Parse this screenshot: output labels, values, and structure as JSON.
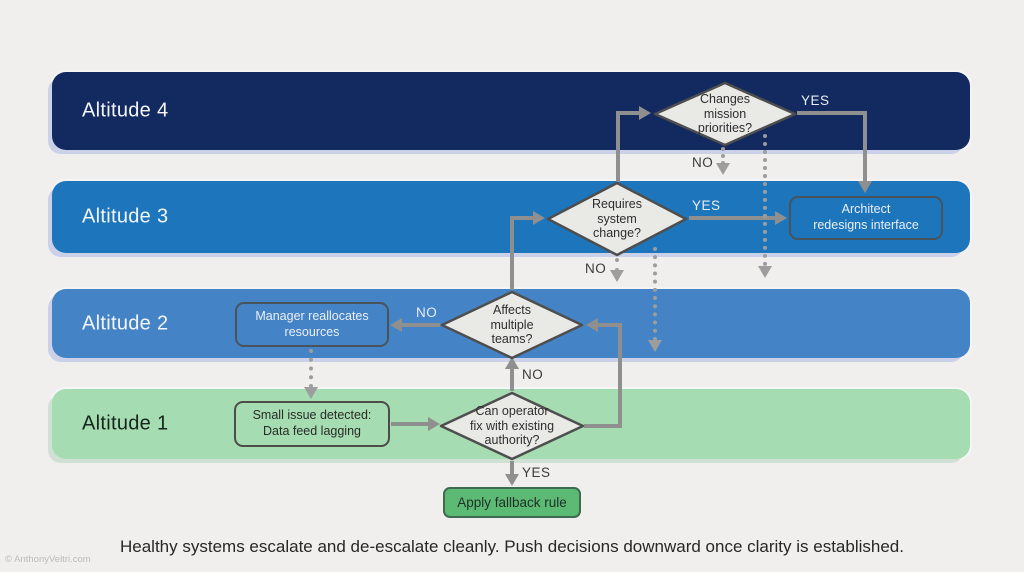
{
  "colors": {
    "background": "#f0efee",
    "band_altitude_4": "#132a60",
    "band_altitude_3": "#1d76bc",
    "band_altitude_2": "#4484c6",
    "band_altitude_1": "#a5dcb1",
    "diamond_fill": "#e9e9e6",
    "diamond_border": "#4e4e4e",
    "connector_gray": "#8f8f8f",
    "apply_button_green": "#5cba75"
  },
  "bands": {
    "b4": {
      "label": "Altitude 4"
    },
    "b3": {
      "label": "Altitude 3"
    },
    "b2": {
      "label": "Altitude 2"
    },
    "b1": {
      "label": "Altitude 1"
    }
  },
  "nodes": {
    "changes": {
      "label": "Changes\nmission\npriorities?"
    },
    "requires": {
      "label": "Requires\nsystem\nchange?"
    },
    "affects": {
      "label": "Affects\nmultiple\nteams?"
    },
    "can": {
      "label": "Can operator\nfix with existing\nauthority?"
    },
    "architect": {
      "label": "Architect\nredesigns interface"
    },
    "manager": {
      "label": "Manager reallocates\nresources"
    },
    "small_issue": {
      "label": "Small issue detected:\nData feed lagging"
    },
    "apply": {
      "label": "Apply fallback rule"
    }
  },
  "edge_labels": {
    "changes_yes": "YES",
    "changes_no": "NO",
    "requires_yes": "YES",
    "requires_no": "NO",
    "affects_no": "NO",
    "can_no": "NO",
    "can_yes": "YES"
  },
  "caption": "Healthy systems escalate and de-escalate cleanly. Push decisions downward once clarity is established.",
  "watermark": "© AnthonyVeltri.com"
}
